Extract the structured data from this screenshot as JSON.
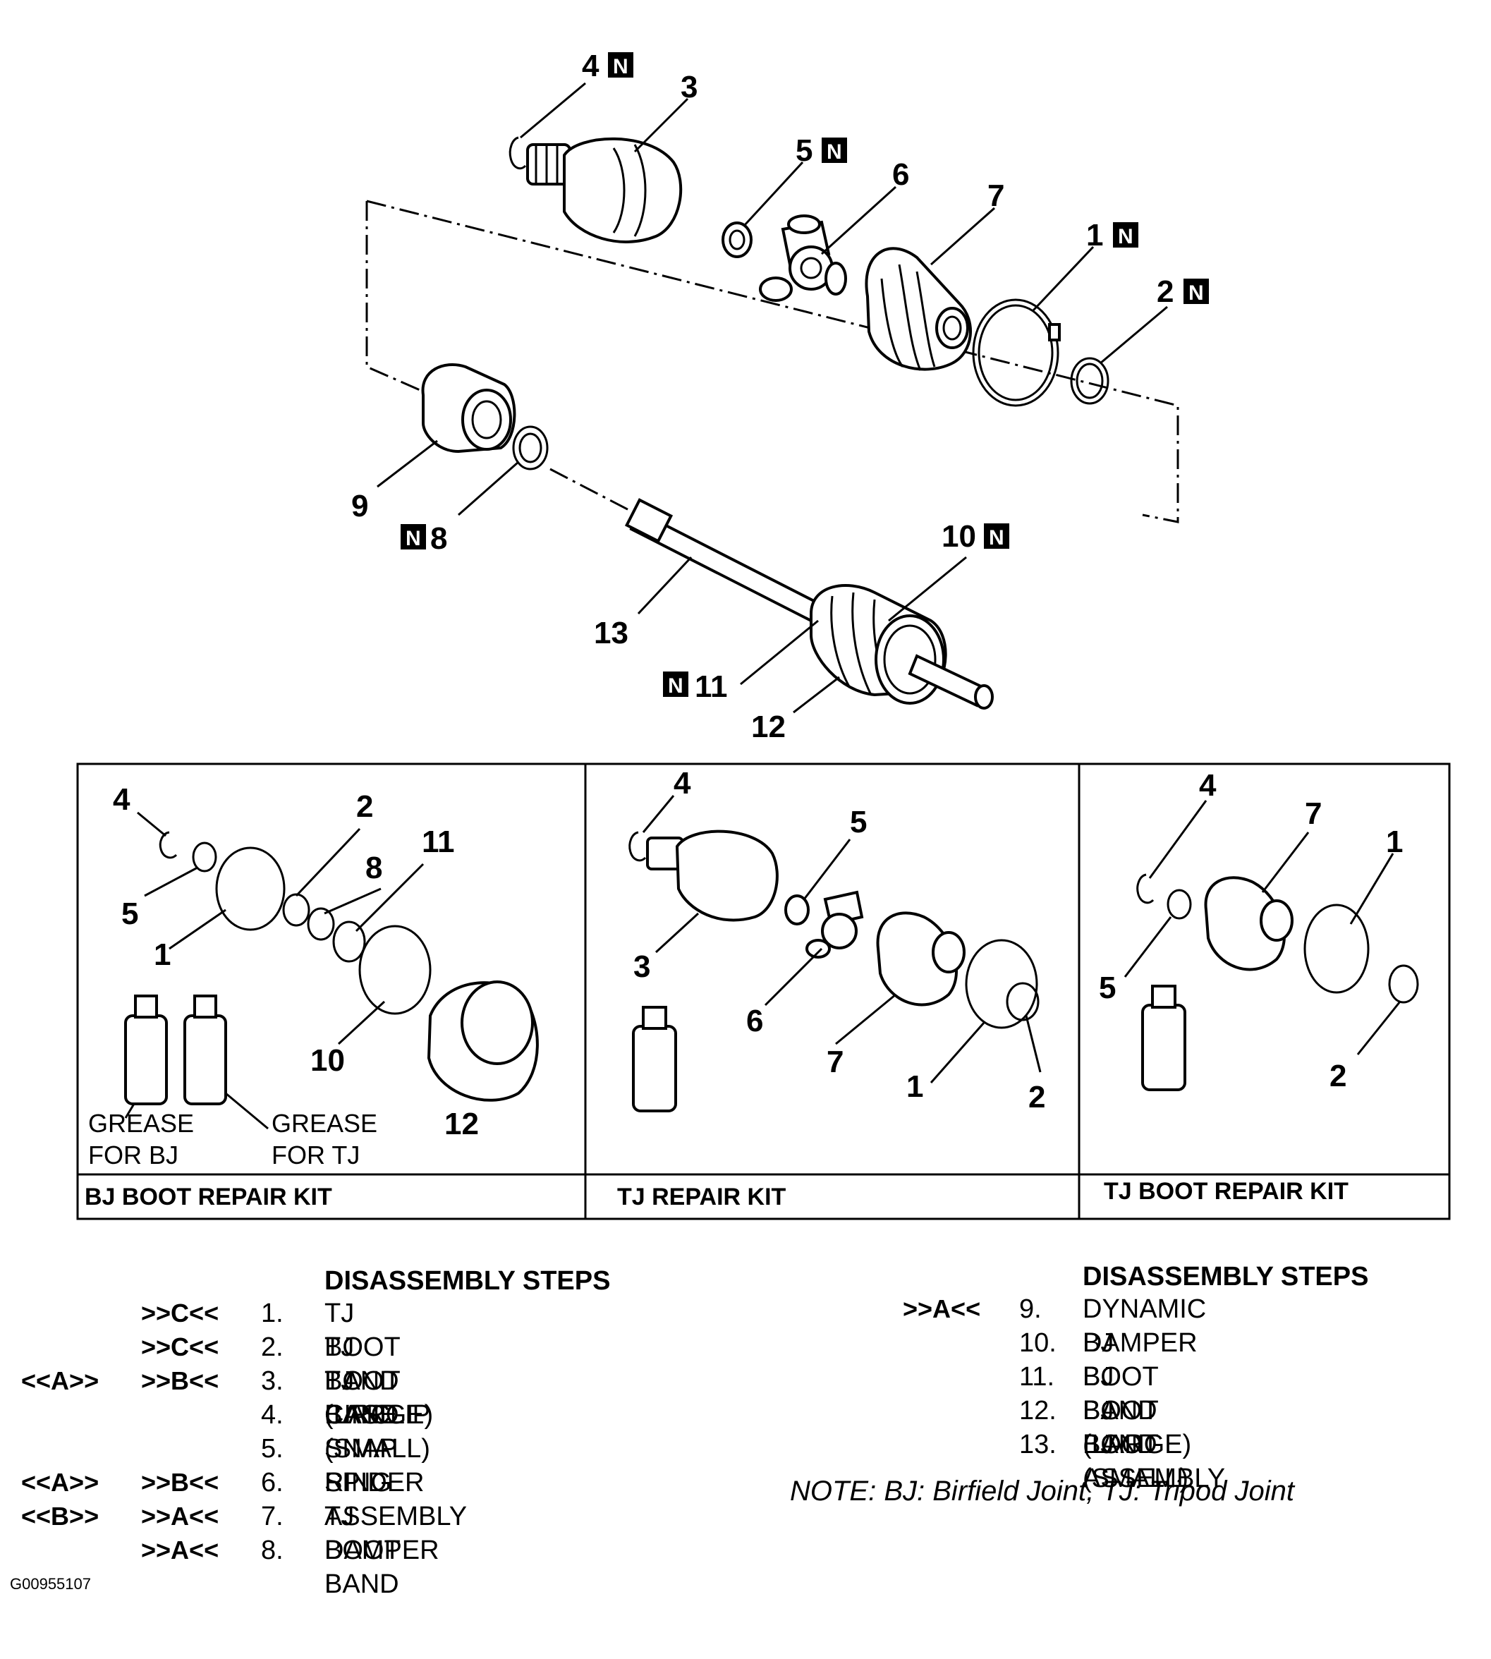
{
  "callouts_main": [
    {
      "num": "4",
      "n": true
    },
    {
      "num": "3",
      "n": false
    },
    {
      "num": "5",
      "n": true
    },
    {
      "num": "6",
      "n": false
    },
    {
      "num": "7",
      "n": false
    },
    {
      "num": "1",
      "n": true
    },
    {
      "num": "2",
      "n": true
    },
    {
      "num": "9",
      "n": false
    },
    {
      "num": "8",
      "n": true
    },
    {
      "num": "10",
      "n": true
    },
    {
      "num": "13",
      "n": false
    },
    {
      "num": "11",
      "n": true
    },
    {
      "num": "12",
      "n": false
    }
  ],
  "n_badge": "N",
  "kits": {
    "bj": {
      "title": "BJ BOOT REPAIR KIT",
      "labels": [
        "4",
        "2",
        "11",
        "8",
        "5",
        "1",
        "10",
        "12"
      ],
      "grease_bj": [
        "GREASE",
        "FOR BJ"
      ],
      "grease_tj": [
        "GREASE",
        "FOR TJ"
      ]
    },
    "tj": {
      "title": "TJ REPAIR KIT",
      "labels": [
        "4",
        "5",
        "3",
        "6",
        "7",
        "1",
        "2"
      ]
    },
    "tjboot": {
      "title": "TJ BOOT REPAIR KIT",
      "labels": [
        "4",
        "7",
        "1",
        "5",
        "2"
      ]
    }
  },
  "steps_left": {
    "header": "DISASSEMBLY STEPS",
    "items": [
      {
        "a": "",
        "b": ">>C<<",
        "n": "1.",
        "t": "TJ BOOT BAND (LARGE)"
      },
      {
        "a": "",
        "b": ">>C<<",
        "n": "2.",
        "t": "TJ BOOT BAND (SMALL)"
      },
      {
        "a": "<<A>>",
        "b": ">>B<<",
        "n": "3.",
        "t": "TJ CASE"
      },
      {
        "a": "",
        "b": "",
        "n": "4.",
        "t": "CIRCLIP"
      },
      {
        "a": "",
        "b": "",
        "n": "5.",
        "t": "SNAP RING"
      },
      {
        "a": "<<A>>",
        "b": ">>B<<",
        "n": "6.",
        "t": "SPIDER ASSEMBLY"
      },
      {
        "a": "<<B>>",
        "b": ">>A<<",
        "n": "7.",
        "t": "TJ BOOT"
      },
      {
        "a": "",
        "b": ">>A<<",
        "n": "8.",
        "t": "DAMPER BAND"
      }
    ]
  },
  "steps_right": {
    "header": "DISASSEMBLY STEPS",
    "items": [
      {
        "b": ">>A<<",
        "n": "9.",
        "t": "DYNAMIC DAMPER"
      },
      {
        "b": "",
        "n": "10.",
        "t": "BJ BOOT BAND (LARGE)"
      },
      {
        "b": "",
        "n": "11.",
        "t": "BJ BOOT BAND (SMALL)"
      },
      {
        "b": "",
        "n": "12.",
        "t": "BJ BOOT"
      },
      {
        "b": "",
        "n": "13.",
        "t": "BJ ASSEMBLY"
      }
    ]
  },
  "note": "NOTE: BJ: Birfield Joint, TJ: Tripod Joint",
  "figure_code": "G00955107"
}
